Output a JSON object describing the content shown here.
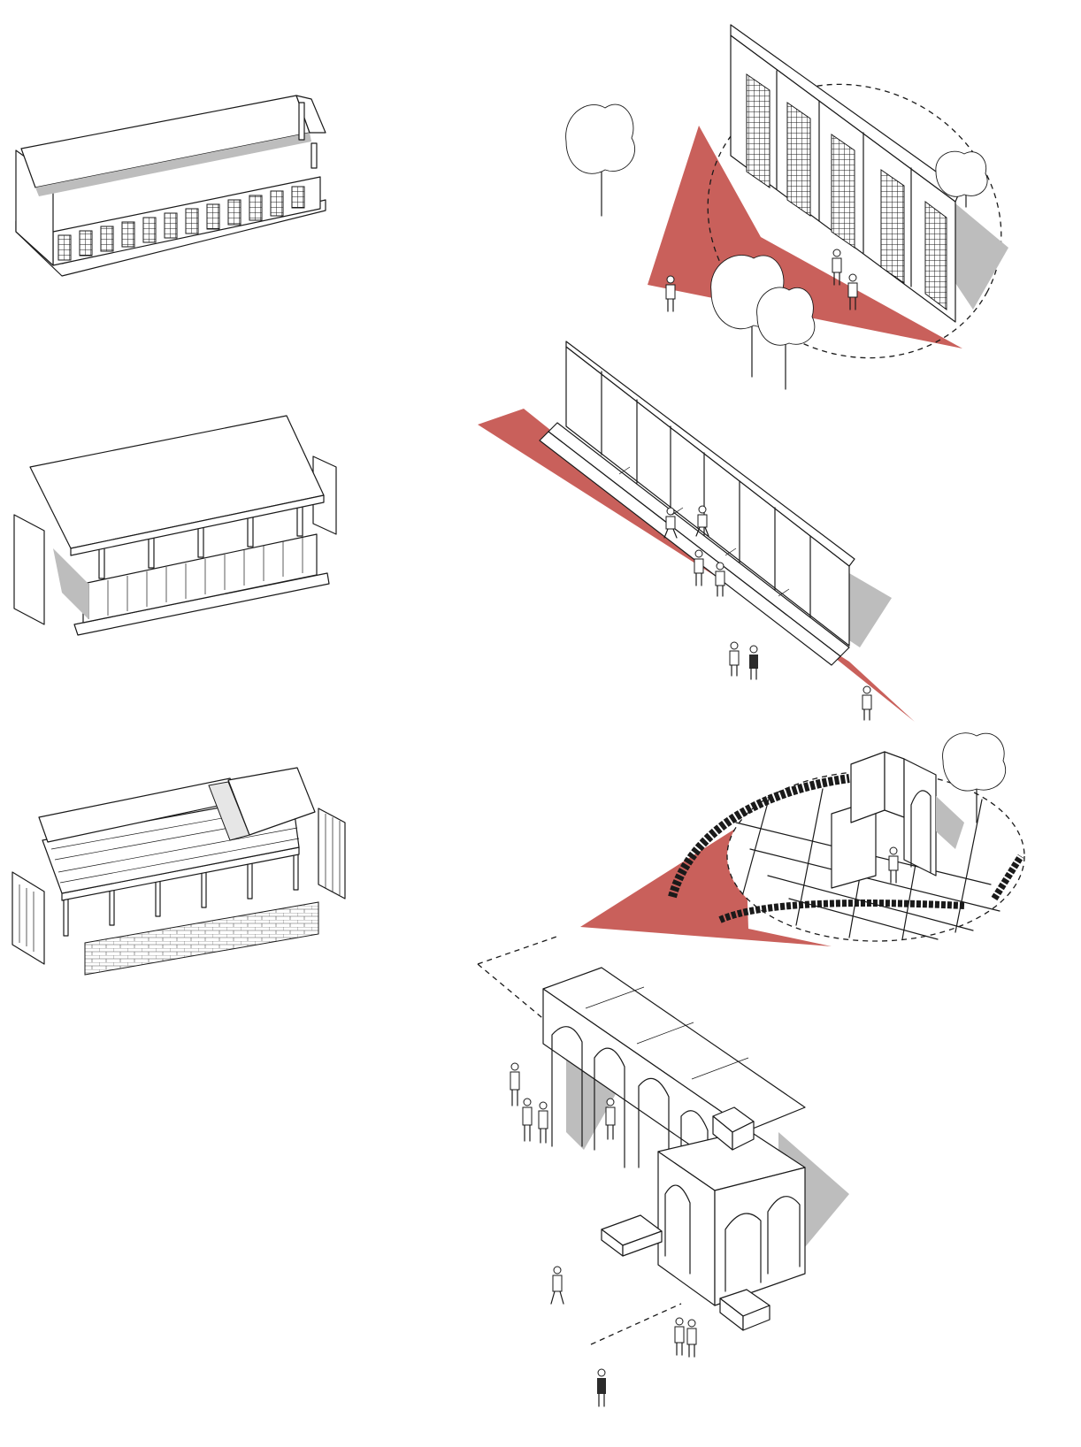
{
  "palette": {
    "line": "#1a1a1a",
    "accent_red": "#c9605b",
    "shadow": "#bdbdbd",
    "dark_shadow": "#2b2b2b",
    "paper": "#ffffff"
  },
  "panels": {
    "left": [
      {
        "id": "warehouse-original",
        "icon": "building-with-windows-icon"
      },
      {
        "id": "warehouse-roof-lifted",
        "icon": "open-frame-building-icon"
      },
      {
        "id": "warehouse-structure",
        "icon": "frame-structure-icon"
      }
    ],
    "right": [
      {
        "id": "facade-wall-zoom",
        "icon": "facade-wall-icon"
      },
      {
        "id": "stepped-seating-wall",
        "icon": "stepped-wall-icon"
      },
      {
        "id": "brick-grid-ground",
        "icon": "brick-grid-icon"
      },
      {
        "id": "arcade-pavilion",
        "icon": "arcade-icon"
      }
    ]
  },
  "scene": {
    "trees": [
      "tree-icon",
      "tree-icon",
      "tree-icon",
      "tree-icon",
      "tree-icon"
    ],
    "people": [
      "person-icon"
    ]
  }
}
